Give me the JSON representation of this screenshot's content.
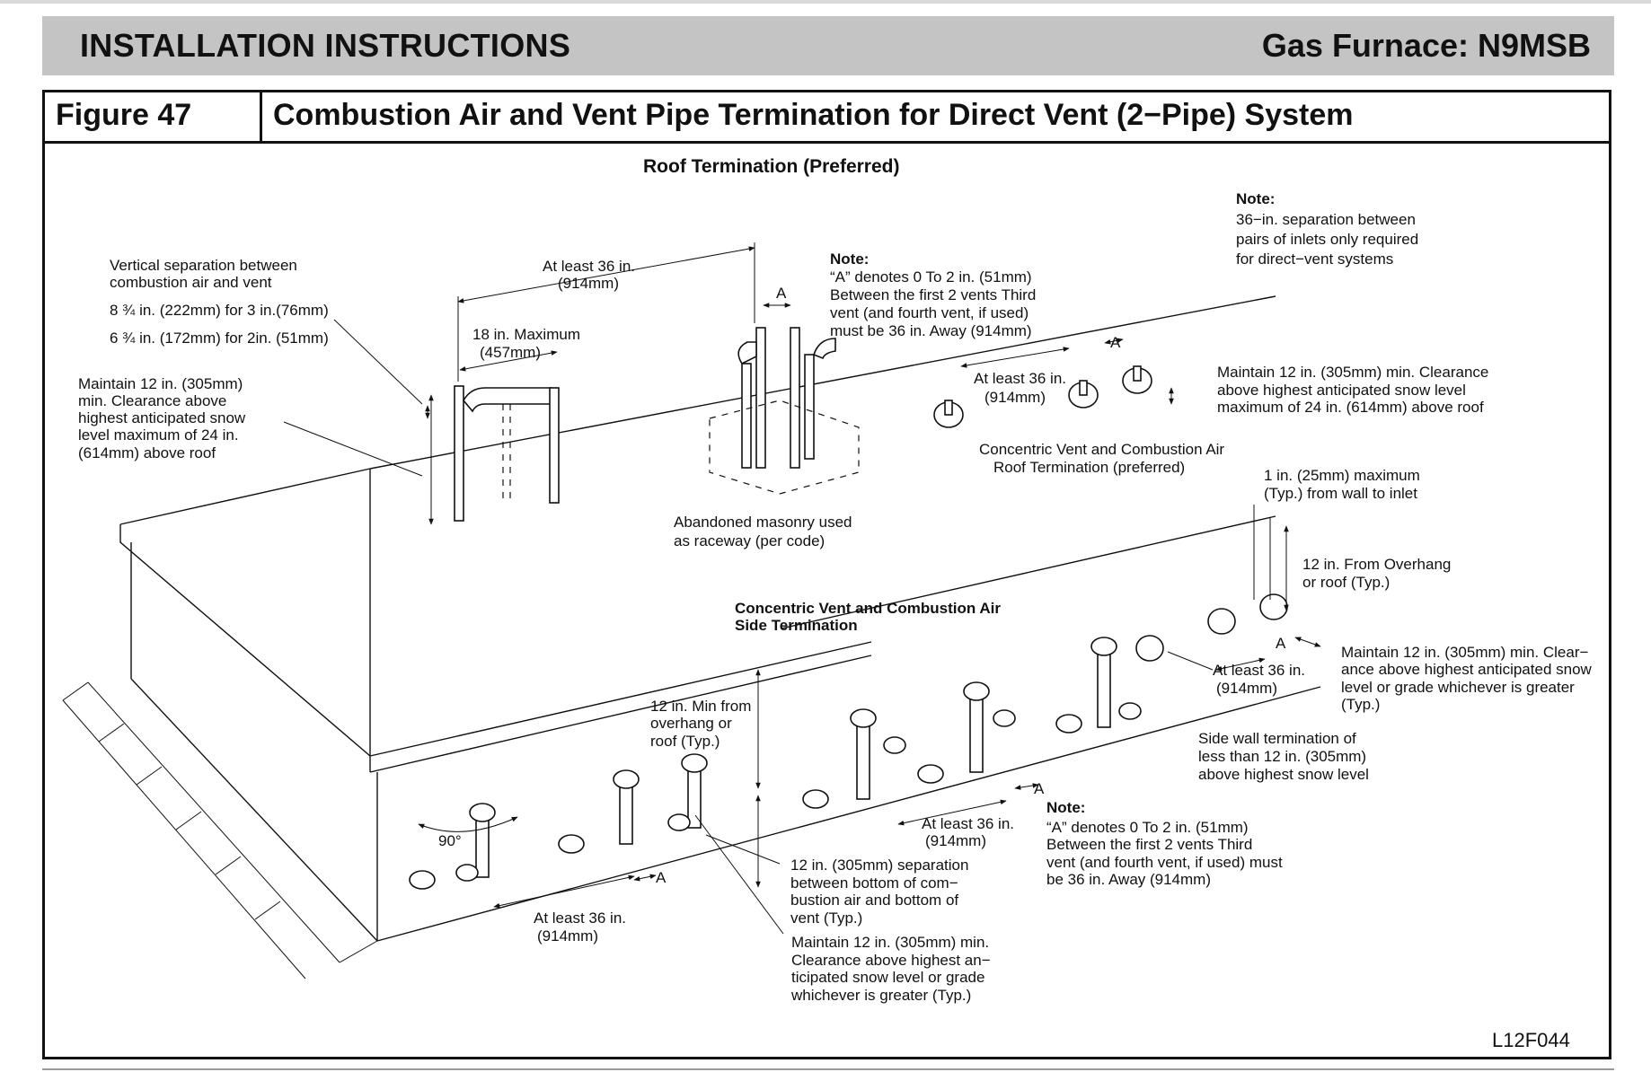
{
  "header": {
    "left": "INSTALLATION INSTRUCTIONS",
    "right": "Gas Furnace: N9MSB"
  },
  "figure": {
    "number": "Figure 47",
    "title": "Combustion Air and Vent Pipe Termination for Direct Vent (2−Pipe) System",
    "code": "L12F044"
  },
  "labels": {
    "roof_termination": "Roof Termination (Preferred)",
    "note_top_right": [
      "Note:",
      "36−in.  separation  between",
      "pairs  of  inlets  only  required",
      "for direct−vent systems"
    ],
    "vertical_sep": [
      "Vertical separation between",
      "combustion air and vent"
    ],
    "sep_3in": "8 ¾ in. (222mm) for 3 in.(76mm)",
    "sep_2in": "6 ¾ in. (172mm) for 2in. (51mm)",
    "maintain_left": [
      "Maintain 12 in. (305mm)",
      "min. Clearance above",
      "highest anticipated snow",
      "level maximum of 24 in.",
      "(614mm) above roof"
    ],
    "at_least_36_top": [
      "At least 36 in.",
      "(914mm)"
    ],
    "max_18": [
      "18 in. Maximum",
      "(457mm)"
    ],
    "a_label": "A",
    "note_center": [
      "Note:",
      "“A” denotes 0 To 2 in. (51mm)",
      "Between the first 2 vents Third",
      "vent  (and  fourth  vent,  if  used)",
      "must be 36 in. Away (914mm)"
    ],
    "at_least_36_conc": [
      "At least 36 in.",
      "(914mm)"
    ],
    "maintain_right": [
      "Maintain 12 in. (305mm) min. Clearance",
      "above highest anticipated snow level",
      "maximum of 24 in. (614mm) above roof"
    ],
    "concentric_roof": [
      "Concentric Vent  and Combustion Air",
      "Roof  Termination (preferred)"
    ],
    "abandoned": [
      "Abandoned masonry used",
      "as raceway (per code)"
    ],
    "one_in_max": [
      "1 in. (25mm) maximum",
      "(Typ.) from wall to inlet"
    ],
    "twelve_overhang": [
      "12 in. From Overhang",
      "or roof  (Typ.)"
    ],
    "concentric_side": [
      "Concentric Vent and Combustion  Air",
      "Side Termination"
    ],
    "maintain_side": [
      "Maintain 12 in. (305mm) min. Clear−",
      "ance above highest anticipated snow",
      "level or grade whichever is greater",
      "(Typ.)"
    ],
    "at_least_36_side": [
      "At least 36 in.",
      "(914mm)"
    ],
    "side_wall": [
      "Side wall termination of",
      "less than 12 in. (305mm)",
      "above highest snow level"
    ],
    "twelve_min_overhang": [
      "12 in. Min from",
      "overhang or",
      "roof (Typ.)"
    ],
    "at_least_36_mid": [
      "At least 36 in.",
      "(914mm)"
    ],
    "note_bottom": [
      "Note:",
      "“A” denotes 0 To 2 in. (51mm)",
      "Between the first 2 vents Third",
      "vent (and fourth vent, if used)  must",
      "be 36 in. Away (914mm)"
    ],
    "deg_90": "90°",
    "at_least_36_bottom": [
      "At least 36 in.",
      "(914mm)"
    ],
    "twelve_sep": [
      "12 in. (305mm) separation",
      "between bottom of com−",
      "bustion air and bottom of",
      "vent (Typ.)"
    ],
    "maintain_bottom": [
      "Maintain 12 in. (305mm) min.",
      "Clearance above highest an−",
      "ticipated snow level or grade",
      "whichever is greater (Typ.)"
    ]
  }
}
